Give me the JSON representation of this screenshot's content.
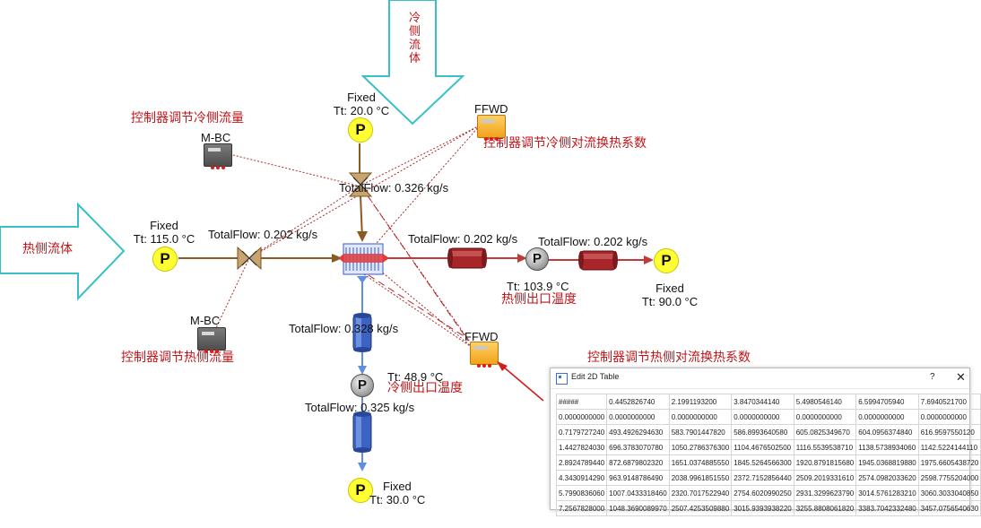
{
  "annotations": {
    "cold_fluid": "冷侧流体",
    "hot_fluid": "热侧流体",
    "ctrl_cold_flow": "控制器调节冷侧流量",
    "ctrl_cold_htc": "控制器调节冷侧对流换热系数",
    "ctrl_hot_flow": "控制器调节热侧流量",
    "ctrl_hot_htc": "控制器调节热侧对流换热系数",
    "hot_outlet_temp": "热侧出口温度",
    "cold_outlet_temp": "冷侧出口温度"
  },
  "boundaries": {
    "cold_in": {
      "type": "Fixed",
      "temp": "Tt: 20.0 °C",
      "symbol": "P"
    },
    "hot_in": {
      "type": "Fixed",
      "temp": "Tt: 115.0 °C",
      "symbol": "P"
    },
    "hot_out": {
      "type": "Fixed",
      "temp": "Tt: 90.0 °C",
      "symbol": "P"
    },
    "cold_out": {
      "type": "Fixed",
      "temp": "Tt: 30.0 °C",
      "symbol": "P"
    }
  },
  "flows": {
    "cold_valve": "TotalFlow: 0.326 kg/s",
    "hot_valve": "TotalFlow: 0.202 kg/s",
    "hot_pipe1": "TotalFlow: 0.202 kg/s",
    "hot_pipe2": "TotalFlow: 0.202 kg/s",
    "cold_pipe1": "TotalFlow: 0.328 kg/s",
    "cold_pipe2": "TotalFlow: 0.325 kg/s"
  },
  "sensors": {
    "hot_pump": {
      "symbol": "P",
      "temp": "Tt: 103.9 °C"
    },
    "cold_pump": {
      "symbol": "P",
      "temp": "Tt: 48.9 °C"
    }
  },
  "controllers": {
    "mbc_top": "M-BC",
    "mbc_bottom": "M-BC",
    "ffwd_top": "FFWD",
    "ffwd_bottom": "FFWD"
  },
  "dialog": {
    "title": "Edit 2D Table",
    "help": "?",
    "close": "✕",
    "rows": [
      [
        "#####",
        "0.4452826740",
        "2.1991193200",
        "3.8470344140",
        "5.4980546140",
        "6.5994705940",
        "7.6940521700"
      ],
      [
        "0.0000000000",
        "0.0000000000",
        "0.0000000000",
        "0.0000000000",
        "0.0000000000",
        "0.0000000000",
        "0.0000000000"
      ],
      [
        "0.7179727240",
        "493.4926294630",
        "583.7901447820",
        "586.8993640580",
        "605.0825349670",
        "604.0956374840",
        "616.9597550120"
      ],
      [
        "1.4427824030",
        "696.3783070780",
        "1050.2786376300",
        "1104.4676502500",
        "1116.5539538710",
        "1138.5738934060",
        "1142.5224144110"
      ],
      [
        "2.8924789440",
        "872.6879802320",
        "1651.0374885550",
        "1845.5264566300",
        "1920.8791815680",
        "1945.0368819880",
        "1975.6605438720"
      ],
      [
        "4.3430914290",
        "963.9148786490",
        "2038.9961851550",
        "2372.7152856440",
        "2509.2019331610",
        "2574.0982033620",
        "2598.7755204000"
      ],
      [
        "5.7990836060",
        "1007.0433318460",
        "2320.7017522940",
        "2754.6020990250",
        "2931.3299623790",
        "3014.5761283210",
        "3060.3033040850"
      ],
      [
        "7.2567828000",
        "1048.3690089970",
        "2507.4253509880",
        "3015.9393938220",
        "3255.8808061820",
        "3383.7042332480",
        "3457.0756540630"
      ]
    ]
  },
  "colors": {
    "arrow_outline": "#39c0c6",
    "hot_pipe": "#b0272a",
    "cold_pipe": "#3f6fcf",
    "valve_line": "#8b5a20",
    "annotation_red": "#c0161a"
  }
}
